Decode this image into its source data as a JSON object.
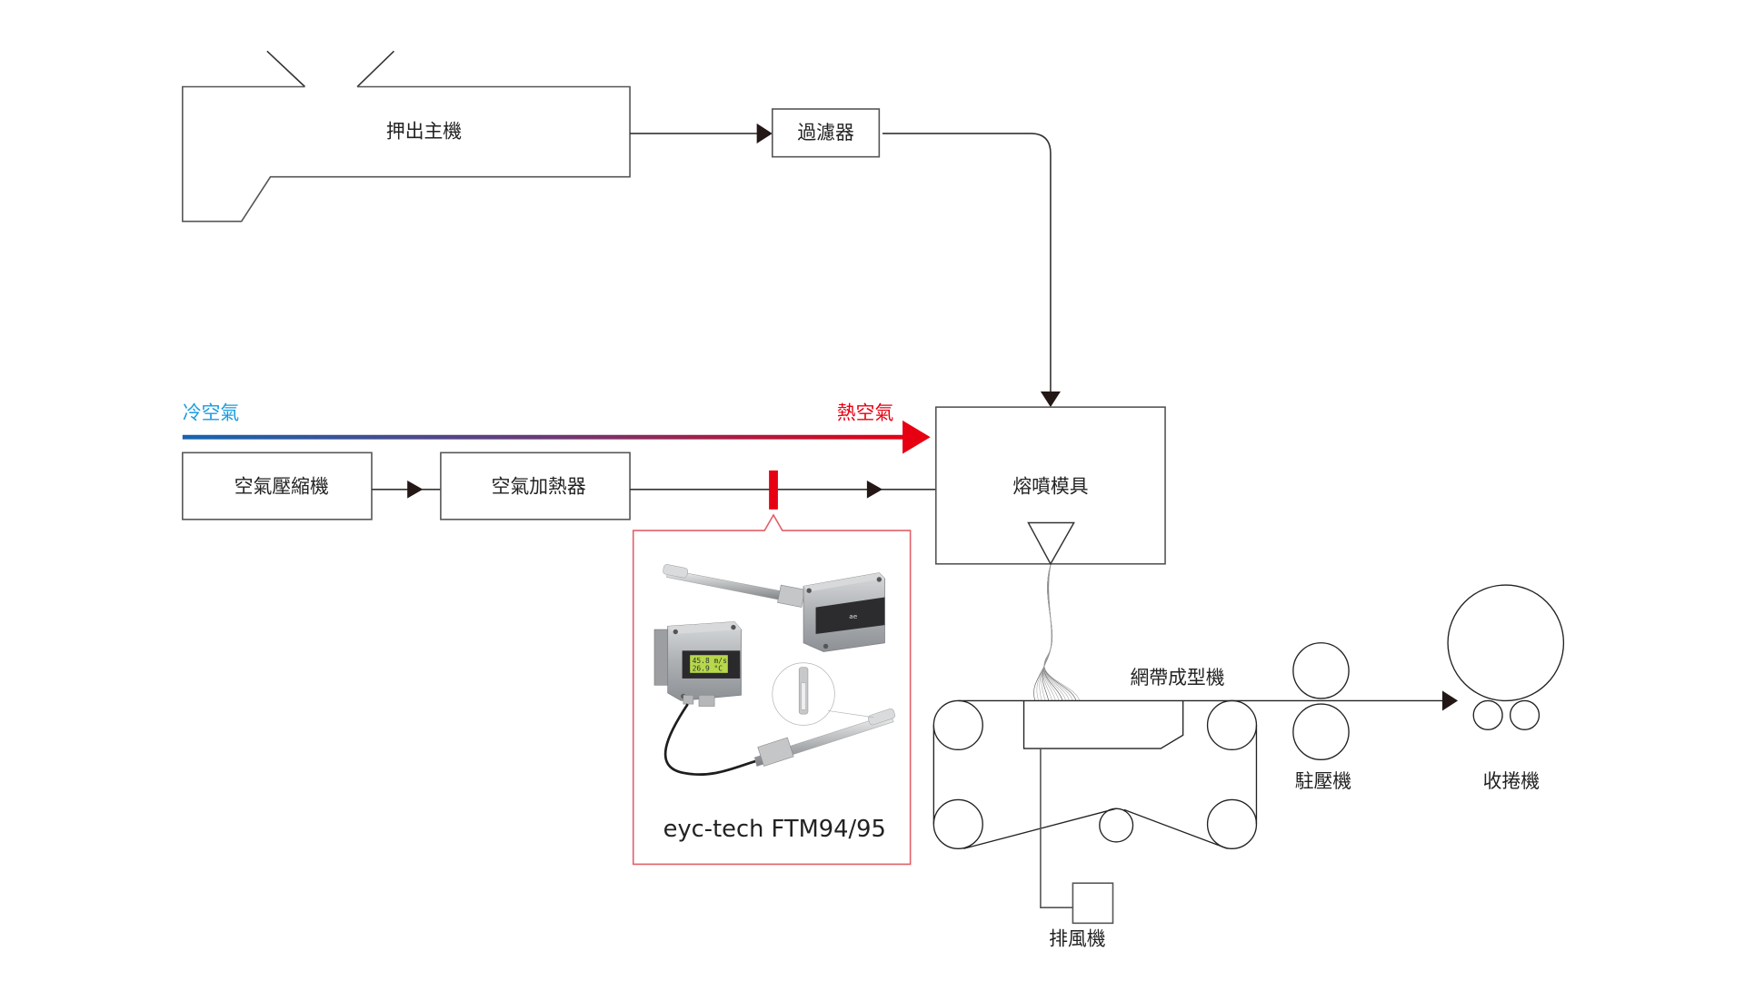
{
  "diagram": {
    "title": "Melt-blown nonwoven production line with air velocity sensor",
    "nodes": {
      "extruder": "押出主機",
      "filter": "過濾器",
      "air_compressor": "空氣壓縮機",
      "air_heater": "空氣加熱器",
      "meltblown_die": "熔噴模具",
      "web_former": "網帶成型機",
      "exhaust_fan": "排風機",
      "calender": "駐壓機",
      "winder": "收捲機"
    },
    "air_gradient": {
      "cold_label": "冷空氣",
      "hot_label": "熱空氣",
      "cold_color": "#1565b0",
      "hot_color": "#e60012"
    },
    "sensor": {
      "marker_color": "#e60012",
      "callout_border_color": "#e0606a",
      "product_caption": "eyc-tech FTM94/95",
      "display_line1": "45.8 m/s",
      "display_line2": "26.9 °C",
      "logo_text": "ae"
    },
    "edges": [
      {
        "from": "extruder",
        "to": "filter"
      },
      {
        "from": "filter",
        "to": "meltblown_die"
      },
      {
        "from": "air_compressor",
        "to": "air_heater"
      },
      {
        "from": "air_heater",
        "to": "meltblown_die"
      },
      {
        "from": "meltblown_die",
        "to": "web_former"
      },
      {
        "from": "web_former",
        "to": "exhaust_fan"
      },
      {
        "from": "web_former",
        "to": "calender"
      },
      {
        "from": "calender",
        "to": "winder"
      }
    ]
  }
}
